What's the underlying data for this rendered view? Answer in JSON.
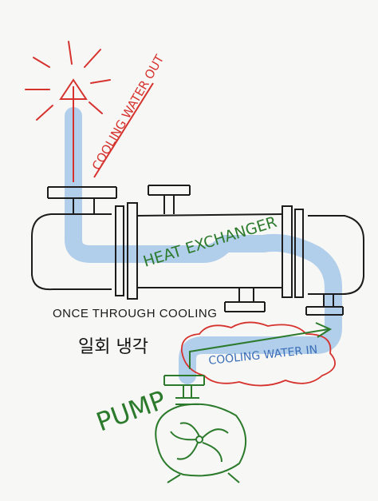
{
  "labels": {
    "cooling_water_out": "COOLING WATER OUT",
    "heat_exchanger": "HEAT EXCHANGER",
    "cooling_water_in": "COOLING WATER IN",
    "once_through": "ONCE THROUGH COOLING",
    "korean": "일회 냉각",
    "pump": "PUMP"
  },
  "colors": {
    "water": "#a9c9ea",
    "ink": "#1c1c1c",
    "red": "#d6322e",
    "green": "#2c7a2c",
    "blue_text": "#3c6fb8"
  }
}
